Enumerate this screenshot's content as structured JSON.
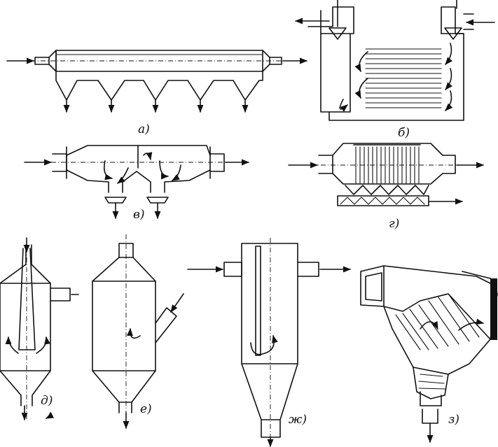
{
  "figure": {
    "labels": {
      "a": "а)",
      "b": "б)",
      "v": "в)",
      "g": "г)",
      "d": "д)",
      "e": "е)",
      "zh": "ж)",
      "z": "з)"
    }
  }
}
